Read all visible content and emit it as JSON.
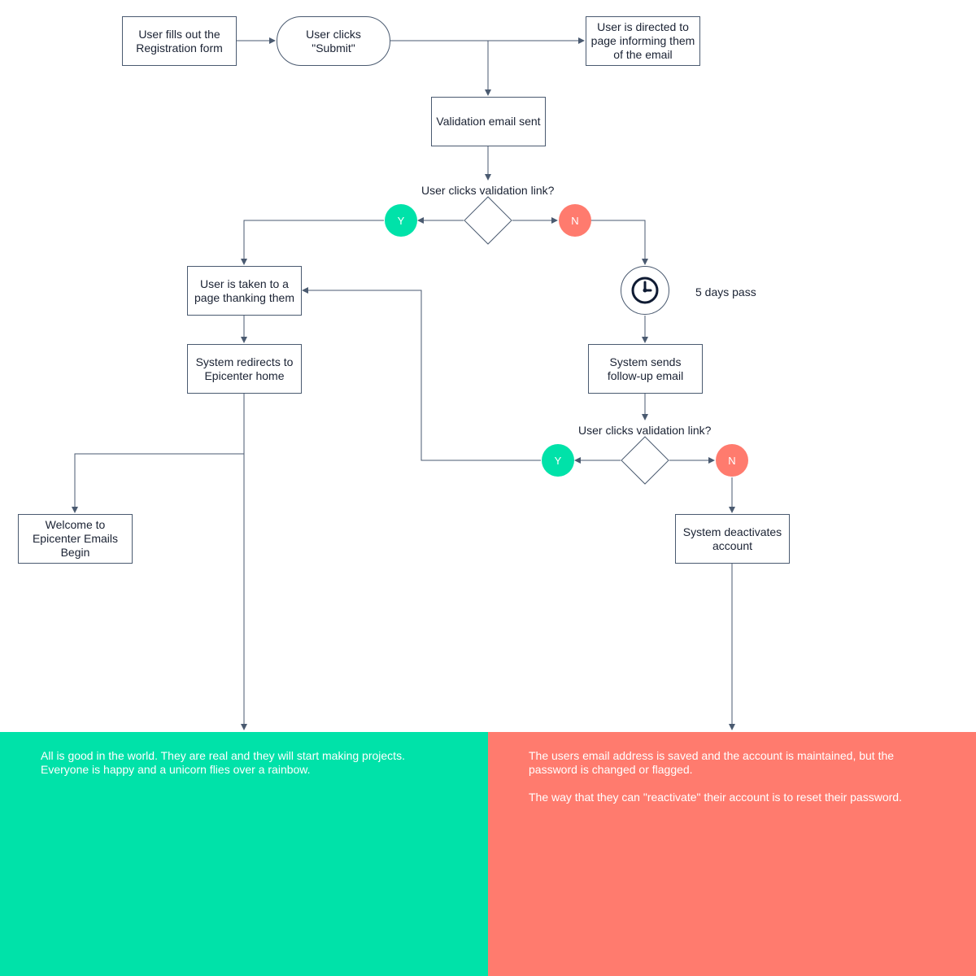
{
  "colors": {
    "yes": "#00e2a9",
    "no": "#ff7b6e",
    "stroke": "#4a5a70"
  },
  "nodes": {
    "fill_form": "User fills out the\nRegistration form",
    "click_submit": "User clicks\n\"Submit\"",
    "directed_page": "User is directed to\npage informing them\nof the email",
    "validation_sent": "Validation email sent",
    "thank_page": "User is taken to a\npage thanking them",
    "redirect_home": "System redirects to\nEpicenter home",
    "welcome_emails": "Welcome to\nEpicenter Emails\nBegin",
    "followup_email": "System sends\nfollow-up email",
    "deactivate": "System deactivates\naccount"
  },
  "decisions": {
    "first_question": "User clicks validation link?",
    "second_question": "User clicks validation link?",
    "yes_label": "Y",
    "no_label": "N"
  },
  "timer": {
    "icon": "clock-icon",
    "label": "5 days pass"
  },
  "outcomes": {
    "good": "All is good in the world. They are real and they will start making projects. Everyone is happy and a unicorn flies over a rainbow.",
    "bad_p1": "The users email address is saved and the account is maintained, but the password is changed or flagged.",
    "bad_p2": "The way that they can \"reactivate\" their account is to reset their password."
  }
}
